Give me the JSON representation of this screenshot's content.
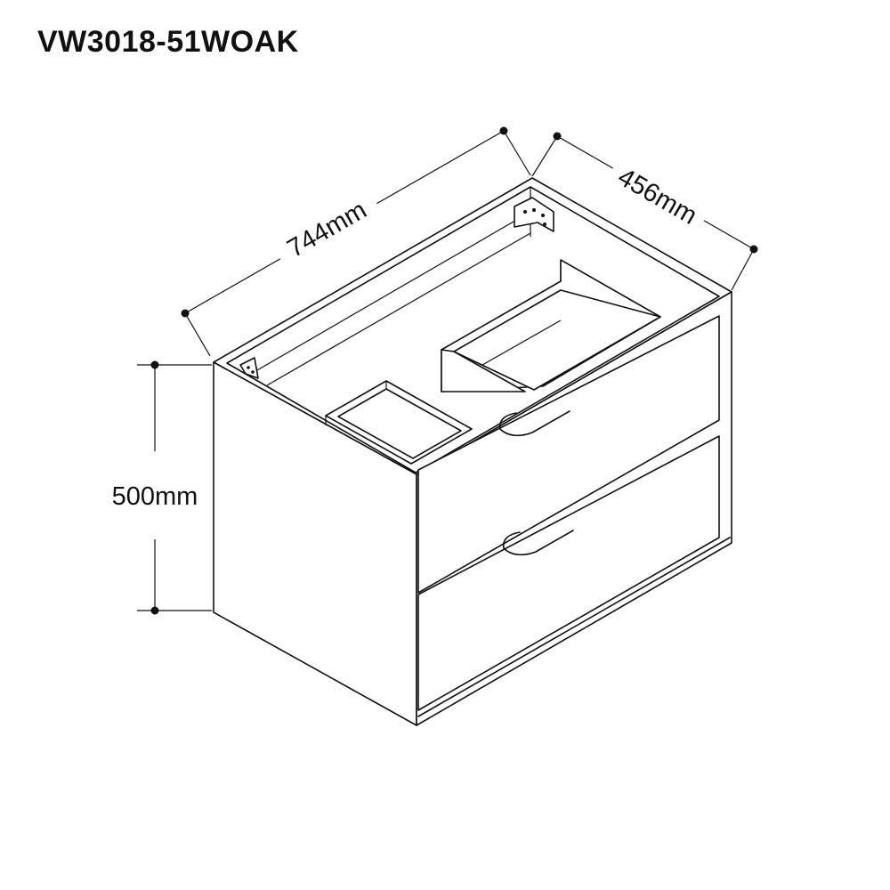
{
  "title": "VW3018-51WOAK",
  "dimensions": {
    "width": "744mm",
    "depth": "456mm",
    "height": "500mm"
  }
}
